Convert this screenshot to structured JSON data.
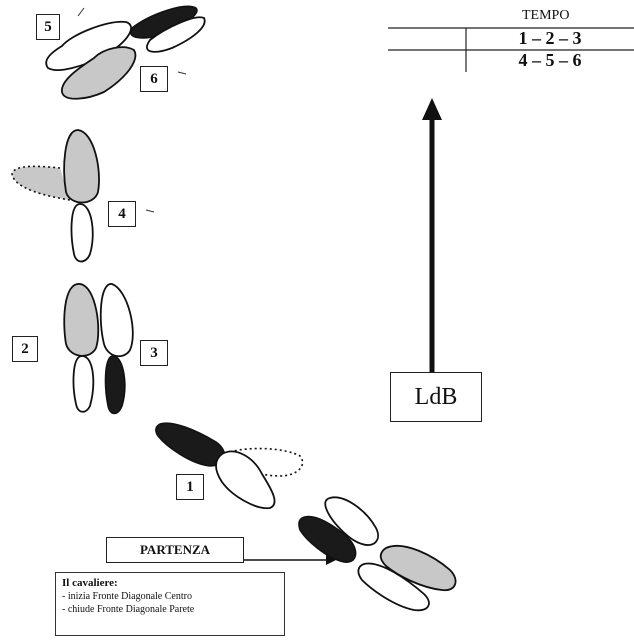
{
  "tempo": {
    "header": "TEMPO",
    "row1": "1 – 2 – 3",
    "row2": "4 – 5 – 6"
  },
  "line_of_dance": "LdB",
  "start_label": "PARTENZA",
  "caption": {
    "title": "Il cavaliere:",
    "lines": [
      "-   inizia   Fronte Diagonale Centro",
      "-   chiude Fronte Diagonale Parete"
    ]
  },
  "step_labels": [
    "1",
    "2",
    "3",
    "4",
    "5",
    "6"
  ],
  "colors": {
    "line": "#111111",
    "foot_white": "#ffffff",
    "foot_grey": "#c8c8c8",
    "foot_black": "#1a1a1a"
  }
}
